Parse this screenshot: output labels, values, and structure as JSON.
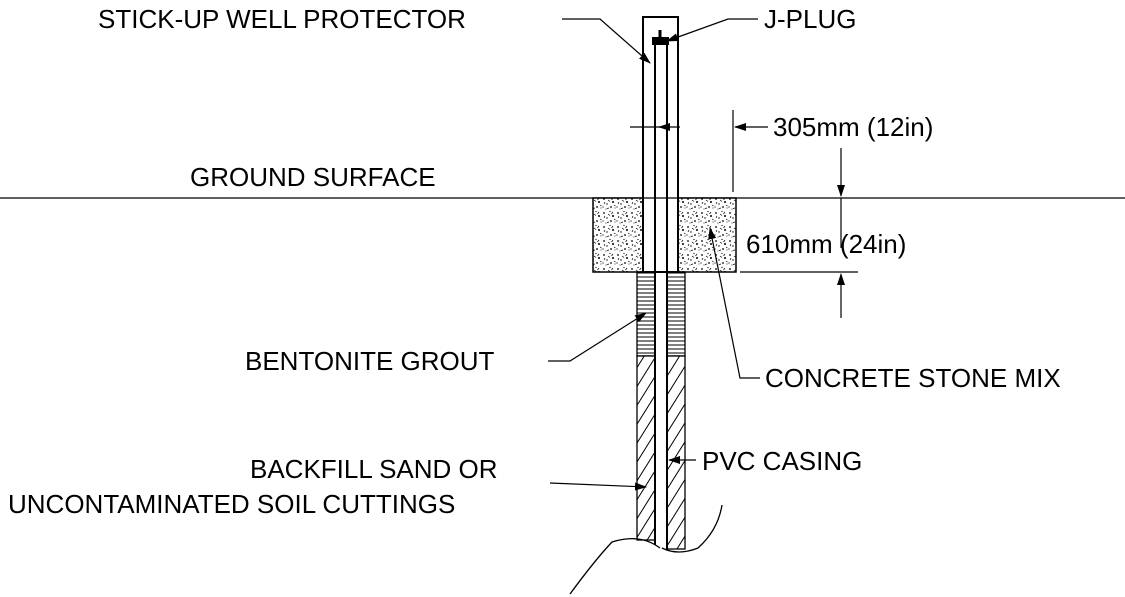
{
  "labels": {
    "well_protector": "STICK-UP WELL PROTECTOR",
    "j_plug": "J-PLUG",
    "width_dim": "305mm (12in)",
    "ground_surface": "GROUND SURFACE",
    "depth_dim": "610mm (24in)",
    "bentonite": "BENTONITE GROUT",
    "concrete": "CONCRETE STONE MIX",
    "pvc_casing": "PVC CASING",
    "backfill_line1": "BACKFILL SAND OR",
    "backfill_line2": "UNCONTAMINATED SOIL CUTTINGS"
  },
  "colors": {
    "line": "#000000",
    "background": "#ffffff"
  }
}
